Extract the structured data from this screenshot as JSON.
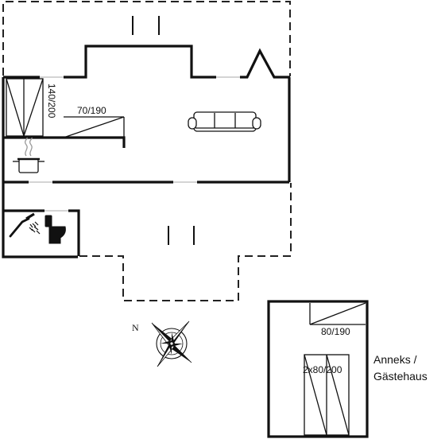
{
  "plan": {
    "bed_labels": {
      "living_bunk": "140/200",
      "living_single": "70/190",
      "annex_single": "80/190",
      "annex_double": "2x80/200"
    },
    "annex": {
      "label_line1": "Anneks /",
      "label_line2": "Gästehaus"
    },
    "compass": {
      "north_label": "N"
    }
  }
}
